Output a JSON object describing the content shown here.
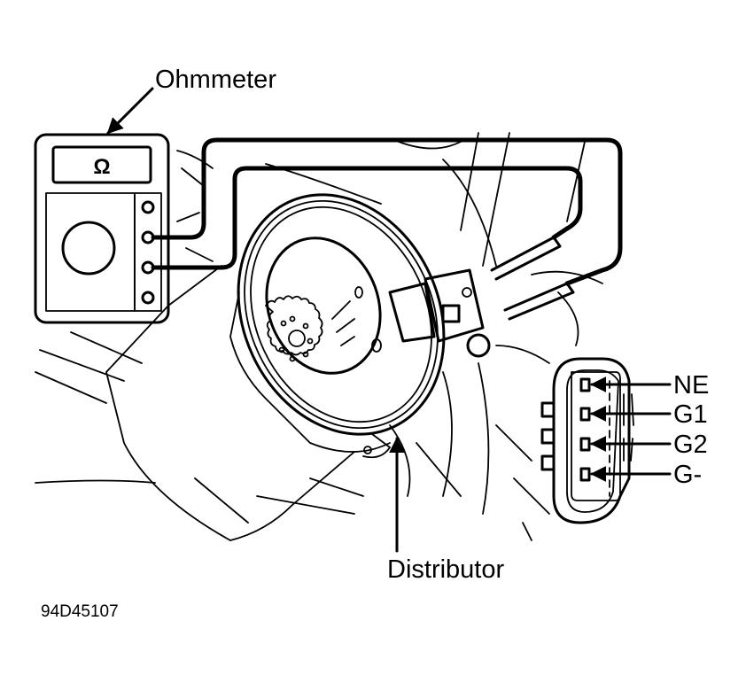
{
  "diagram": {
    "labels": {
      "ohmmeter": "Ohmmeter",
      "distributor": "Distributor",
      "figure_id": "94D45107"
    },
    "meter": {
      "display_symbol": "Ω"
    },
    "connector": {
      "pins": [
        {
          "label": "NE"
        },
        {
          "label": "G1"
        },
        {
          "label": "G2"
        },
        {
          "label": "G-"
        }
      ]
    },
    "colors": {
      "ink": "#000000",
      "background": "#ffffff"
    }
  }
}
